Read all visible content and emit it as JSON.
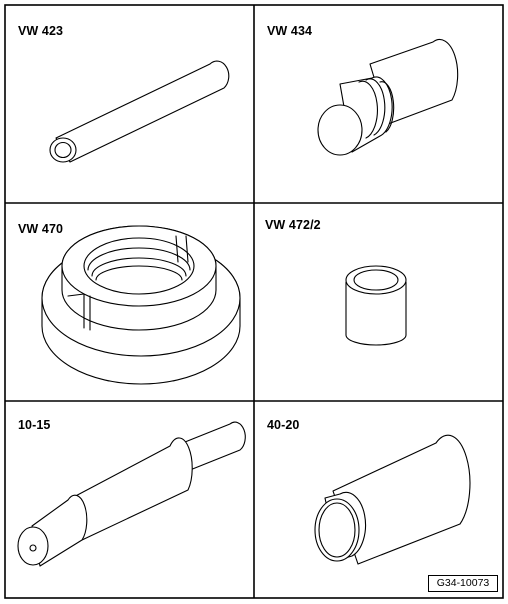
{
  "tools": [
    {
      "id": "vw-423",
      "label": "VW 423"
    },
    {
      "id": "vw-434",
      "label": "VW 434"
    },
    {
      "id": "vw-470",
      "label": "VW 470"
    },
    {
      "id": "vw-472-2",
      "label": "VW 472/2"
    },
    {
      "id": "10-15",
      "label": "10-15"
    },
    {
      "id": "40-20",
      "label": "40-20"
    }
  ],
  "figure_ref": "G34-10073"
}
